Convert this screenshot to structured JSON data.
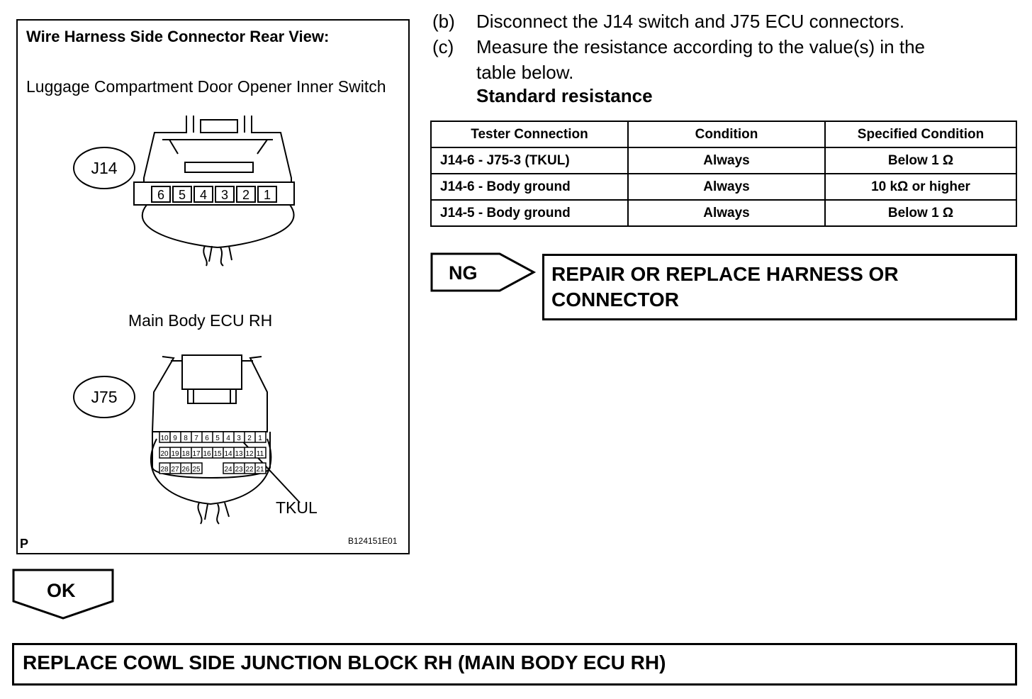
{
  "figure": {
    "title": "Wire Harness Side Connector Rear View:",
    "j14_caption": "Luggage Compartment Door Opener Inner Switch",
    "j14_label": "J14",
    "j14_pins": [
      "6",
      "5",
      "4",
      "3",
      "2",
      "1"
    ],
    "j75_caption": "Main Body ECU RH",
    "j75_label": "J75",
    "j75_row1": [
      "10",
      "9",
      "8",
      "7",
      "6",
      "5",
      "4",
      "3",
      "2",
      "1"
    ],
    "j75_row2": [
      "20",
      "19",
      "18",
      "17",
      "16",
      "15",
      "14",
      "13",
      "12",
      "11"
    ],
    "j75_row3_left": [
      "28",
      "27",
      "26",
      "25"
    ],
    "j75_row3_right": [
      "24",
      "23",
      "22",
      "21"
    ],
    "tkul_label": "TKUL",
    "corner_mark": "P",
    "figure_id": "B124151E01"
  },
  "steps": [
    {
      "key": "(b)",
      "lines": [
        "Disconnect the J14 switch and J75 ECU connectors."
      ]
    },
    {
      "key": "(c)",
      "lines": [
        "Measure the resistance according to the value(s) in the",
        "table below."
      ]
    }
  ],
  "standard_label": "Standard resistance",
  "table": {
    "headers": [
      "Tester Connection",
      "Condition",
      "Specified Condition"
    ],
    "rows": [
      [
        "J14-6 - J75-3 (TKUL)",
        "Always",
        "Below 1 Ω"
      ],
      [
        "J14-6 - Body ground",
        "Always",
        "10 kΩ or higher"
      ],
      [
        "J14-5 - Body ground",
        "Always",
        "Below 1 Ω"
      ]
    ]
  },
  "ng": {
    "label": "NG",
    "action": "REPAIR OR REPLACE HARNESS OR CONNECTOR"
  },
  "ok": {
    "label": "OK",
    "action": "REPLACE COWL SIDE JUNCTION BLOCK RH (MAIN BODY ECU RH)"
  }
}
